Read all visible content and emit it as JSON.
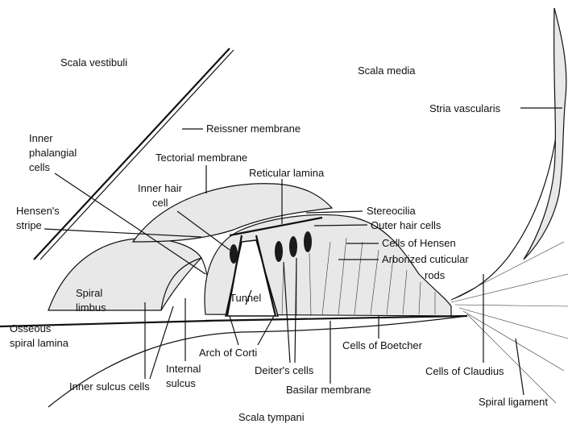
{
  "labels": {
    "scala_vestibuli": "Scala vestibuli",
    "scala_media": "Scala media",
    "stria_vascularis": "Stria vascularis",
    "reissner_membrane": "Reissner membrane",
    "inner_phalangial_1": "Inner",
    "inner_phalangial_2": "phalangial",
    "inner_phalangial_3": "cells",
    "tectorial_membrane": "Tectorial membrane",
    "reticular_lamina": "Reticular lamina",
    "inner_hair_1": "Inner hair",
    "inner_hair_2": "cell",
    "hensens_stripe_1": "Hensen's",
    "hensens_stripe_2": "stripe",
    "stereocilia": "Stereocilia",
    "outer_hair_cells": "Outer hair cells",
    "cells_of_hensen": "Cells of Hensen",
    "arborized_1": "Arborized cuticular",
    "arborized_2": "rods",
    "spiral_limbus_1": "Spiral",
    "spiral_limbus_2": "limbus",
    "tunnel": "Tunnel",
    "osseous_1": "Osseous",
    "osseous_2": "spiral lamina",
    "arch_of_corti": "Arch of Corti",
    "cells_of_boetcher": "Cells of Boetcher",
    "internal_sulcus_1": "Internal",
    "internal_sulcus_2": "sulcus",
    "deiters_cells": "Deiter's cells",
    "cells_of_claudius": "Cells of Claudius",
    "inner_sulcus_cells": "Inner sulcus cells",
    "basilar_membrane": "Basilar membrane",
    "spiral_ligament": "Spiral ligament",
    "scala_tympani": "Scala tympani"
  }
}
